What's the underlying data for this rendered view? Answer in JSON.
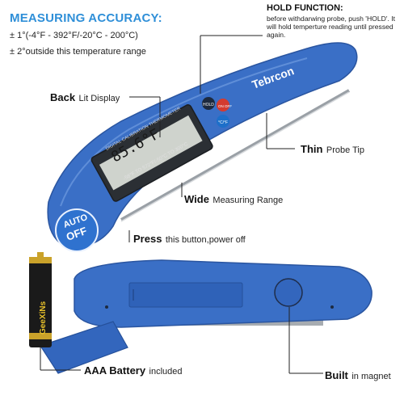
{
  "accuracy": {
    "title": "MEASURING ACCURACY:",
    "line1": "± 1°(-4°F - 392°F/-20°C - 200°C)",
    "line2": "± 2°outside this temperature range"
  },
  "hold": {
    "title": "HOLD FUNCTION:",
    "text": "before withdarwing probe, push 'HOLD'. It will hold temperture reading until pressed again."
  },
  "callouts": {
    "backlit_bold": "Back",
    "backlit_light": "Lit Display",
    "thin_bold": "Thin",
    "thin_light": "Probe Tip",
    "wide_bold": "Wide",
    "wide_light": "Measuring Range",
    "press_bold": "Press",
    "press_light": "this button,power off",
    "magnet_bold": "Built",
    "magnet_light": "in magnet",
    "battery_bold": "AAA Battery",
    "battery_light": "included"
  },
  "device": {
    "brand": "Tebrcon",
    "lcd_reading": "85.6°F",
    "lcd_top_label": "DIGITAL CALIBRATION THERMOMETER",
    "lcd_range": "-58°F TO 572°F/-50°C TO 300°C",
    "hold_button": "HOLD",
    "onoff_button": "ON OFF",
    "c_f_button": "°C/°F",
    "auto_off_line1": "AUTO",
    "auto_off_line2": "OFF",
    "battery_brand": "GeeXiNs"
  },
  "colors": {
    "body_blue": "#3a6fc6",
    "accent_blue": "#2f8fd8"
  }
}
